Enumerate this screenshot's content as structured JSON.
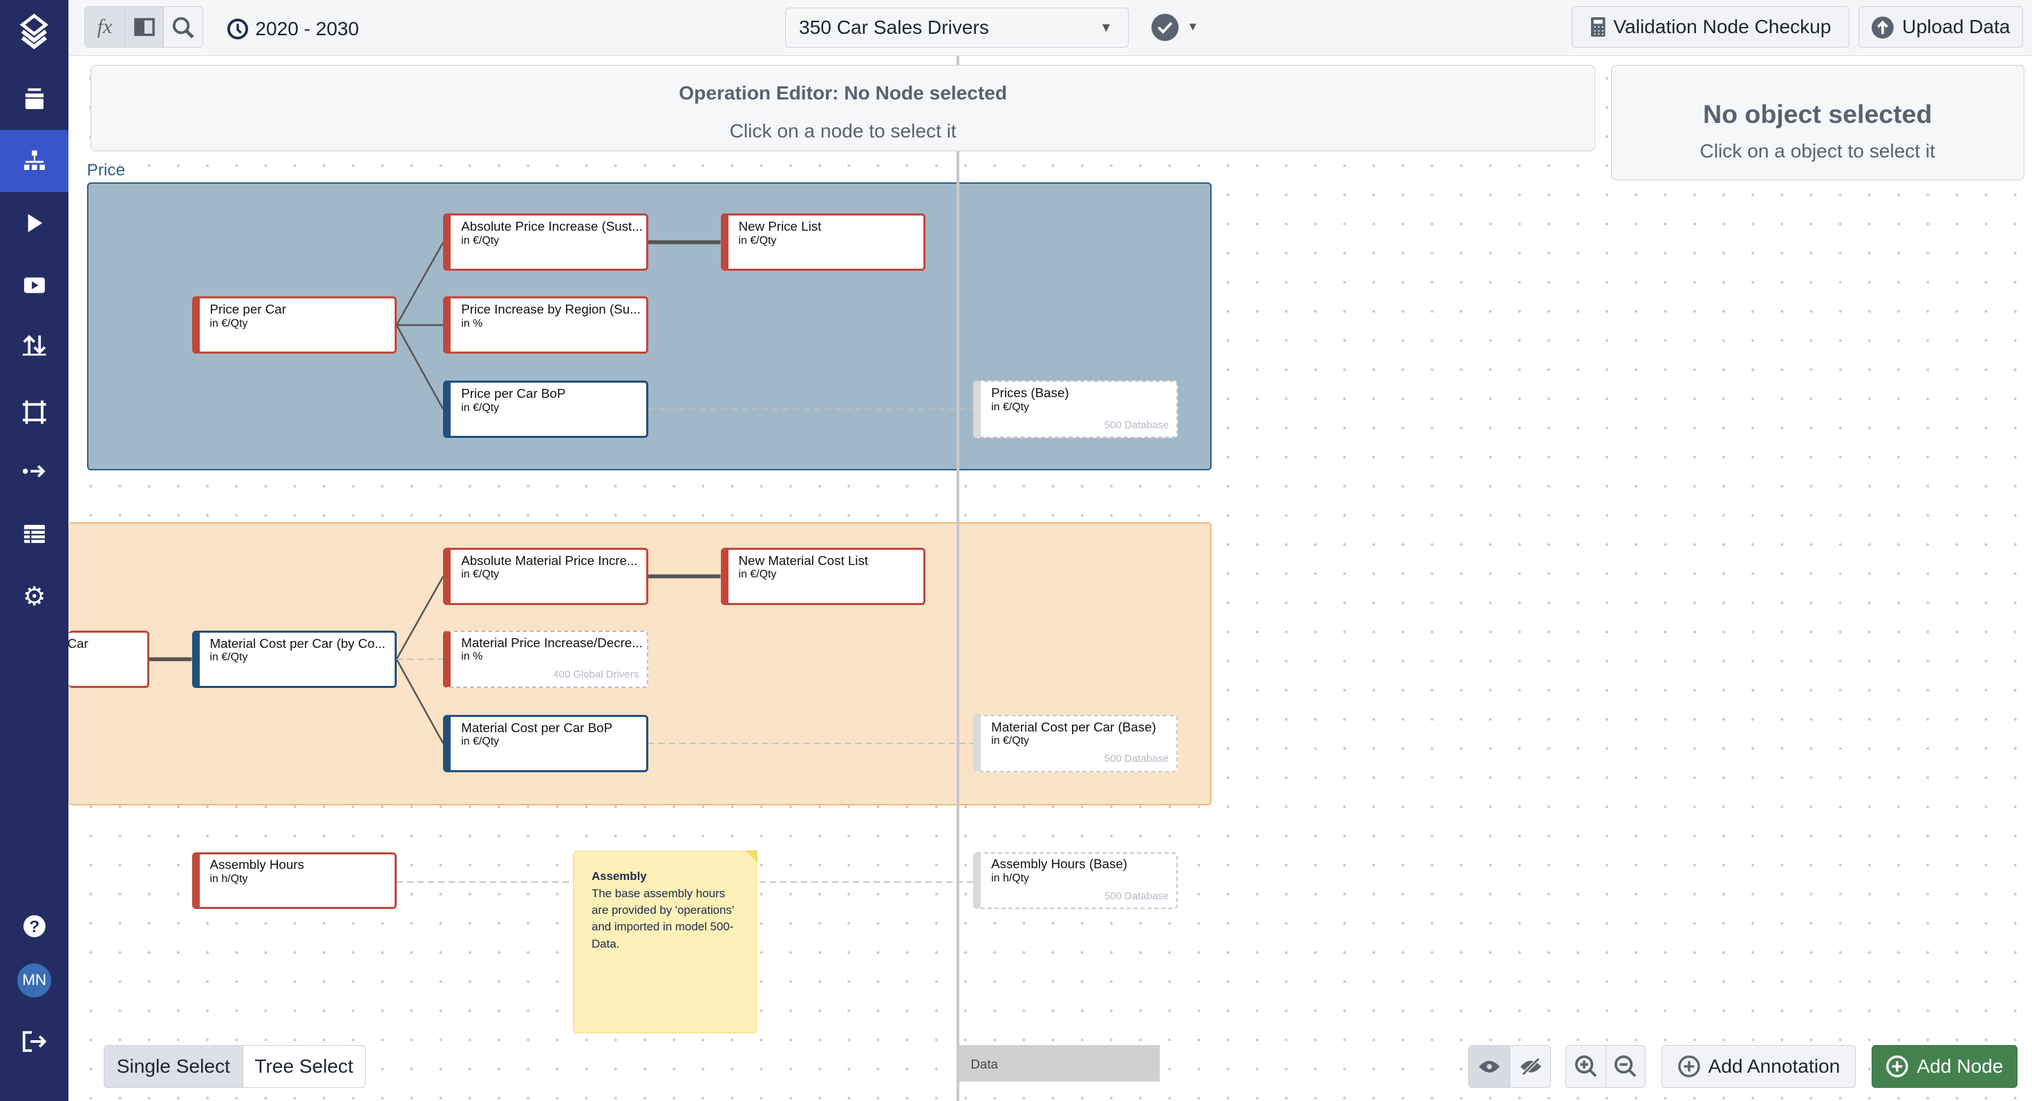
{
  "sidebar": {
    "items": [
      {
        "icon": "layers-icon"
      },
      {
        "icon": "archive-icon"
      },
      {
        "icon": "sitemap-icon",
        "active": true
      },
      {
        "icon": "play-icon"
      },
      {
        "icon": "video-icon"
      },
      {
        "icon": "import-export-icon"
      },
      {
        "icon": "crop-icon"
      },
      {
        "icon": "arrow-right-icon"
      },
      {
        "icon": "table-icon"
      },
      {
        "icon": "gear-icon"
      }
    ],
    "help_icon": "question-icon",
    "avatar": "MN",
    "logout_icon": "logout-icon"
  },
  "toolbar": {
    "fx_label": "fx",
    "time_range": "2020 - 2030",
    "model_select": "350 Car Sales Drivers",
    "validation_button": "Validation Node Checkup",
    "upload_button": "Upload Data"
  },
  "operation_editor": {
    "title": "Operation Editor: No Node selected",
    "subtitle": "Click on a node to select it"
  },
  "object_panel": {
    "title": "No object selected",
    "subtitle": "Click on a object to select it"
  },
  "groups": {
    "price_label": "Price"
  },
  "nodes": {
    "price_per_car": {
      "name": "Price per Car",
      "unit": "in €/Qty"
    },
    "abs_price_increase": {
      "name": "Absolute Price Increase (Sust...",
      "unit": "in €/Qty"
    },
    "new_price_list": {
      "name": "New Price List",
      "unit": "in €/Qty"
    },
    "price_increase_region": {
      "name": "Price Increase by Region (Su...",
      "unit": "in %"
    },
    "price_per_car_bop": {
      "name": "Price per Car BoP",
      "unit": "in €/Qty"
    },
    "prices_base": {
      "name": "Prices (Base)",
      "unit": "in €/Qty",
      "source": "500 Database"
    },
    "car_partial": {
      "name": "Car"
    },
    "material_cost_by_co": {
      "name": "Material Cost per Car (by Co...",
      "unit": "in €/Qty"
    },
    "abs_material_price": {
      "name": "Absolute Material Price Incre...",
      "unit": "in €/Qty"
    },
    "new_material_cost_list": {
      "name": "New Material Cost List",
      "unit": "in €/Qty"
    },
    "material_price_incr": {
      "name": "Material Price Increase/Decre...",
      "unit": "in %",
      "source": "400 Global Drivers"
    },
    "material_cost_bop": {
      "name": "Material Cost per Car BoP",
      "unit": "in €/Qty"
    },
    "material_cost_base": {
      "name": "Material Cost per Car (Base)",
      "unit": "in €/Qty",
      "source": "500 Database"
    },
    "assembly_hours": {
      "name": "Assembly Hours",
      "unit": "in h/Qty"
    },
    "assembly_hours_base": {
      "name": "Assembly Hours (Base)",
      "unit": "in h/Qty",
      "source": "500 Database"
    }
  },
  "note": {
    "title": "Assembly",
    "text": "The base assembly hours are provided by 'operations' and imported in model 500-Data."
  },
  "bottom": {
    "single_select": "Single Select",
    "tree_select": "Tree Select",
    "data_label": "Data",
    "add_annotation": "Add Annotation",
    "add_node": "Add Node"
  },
  "colors": {
    "sidebar": "#232d63",
    "active": "#3a55cc",
    "price_group": "#a1b8c8",
    "material_group": "#fae3c6",
    "add_node": "#43824f",
    "node_red": "#c0483a",
    "node_blue": "#22507a"
  }
}
